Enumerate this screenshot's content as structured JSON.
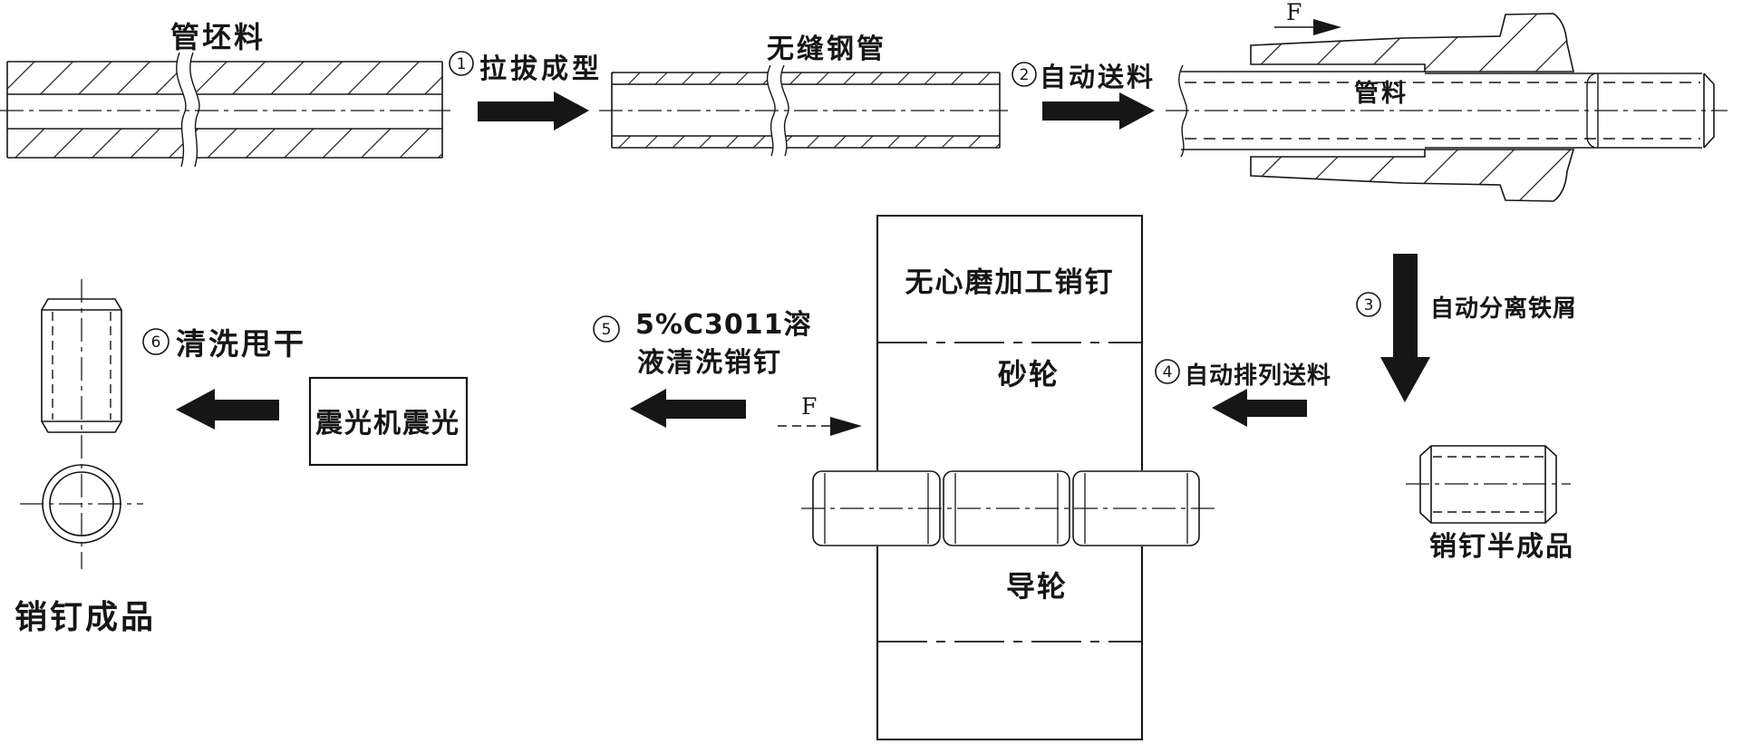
{
  "figure": {
    "type": "manufacturing-process-flow-diagram",
    "background": "#ffffff",
    "ink": "#161616"
  },
  "labels": {
    "tube_blank": "管坯料",
    "seamless_tube": "无缝钢管",
    "tube_material": "管料",
    "die_force": "F",
    "grinder_title": "无心磨加工销钉",
    "grinding_wheel": "砂轮",
    "guide_wheel": "导轮",
    "grinder_force": "F",
    "pin_semifinished": "销钉半成品",
    "polisher": "震光机震光",
    "pin_finished": "销钉成品"
  },
  "steps": [
    {
      "digit": "1",
      "label": "拉拔成型",
      "direction": "right"
    },
    {
      "digit": "2",
      "label": "自动送料",
      "direction": "right"
    },
    {
      "digit": "3",
      "label": "自动分离铁屑",
      "direction": "down"
    },
    {
      "digit": "4",
      "label": "自动排列送料",
      "direction": "left"
    },
    {
      "digit": "5",
      "label_line1": "5%C3011溶",
      "label_line2": "液清洗销钉",
      "direction": "left"
    },
    {
      "digit": "6",
      "label": "清洗甩干",
      "direction": "left"
    }
  ]
}
